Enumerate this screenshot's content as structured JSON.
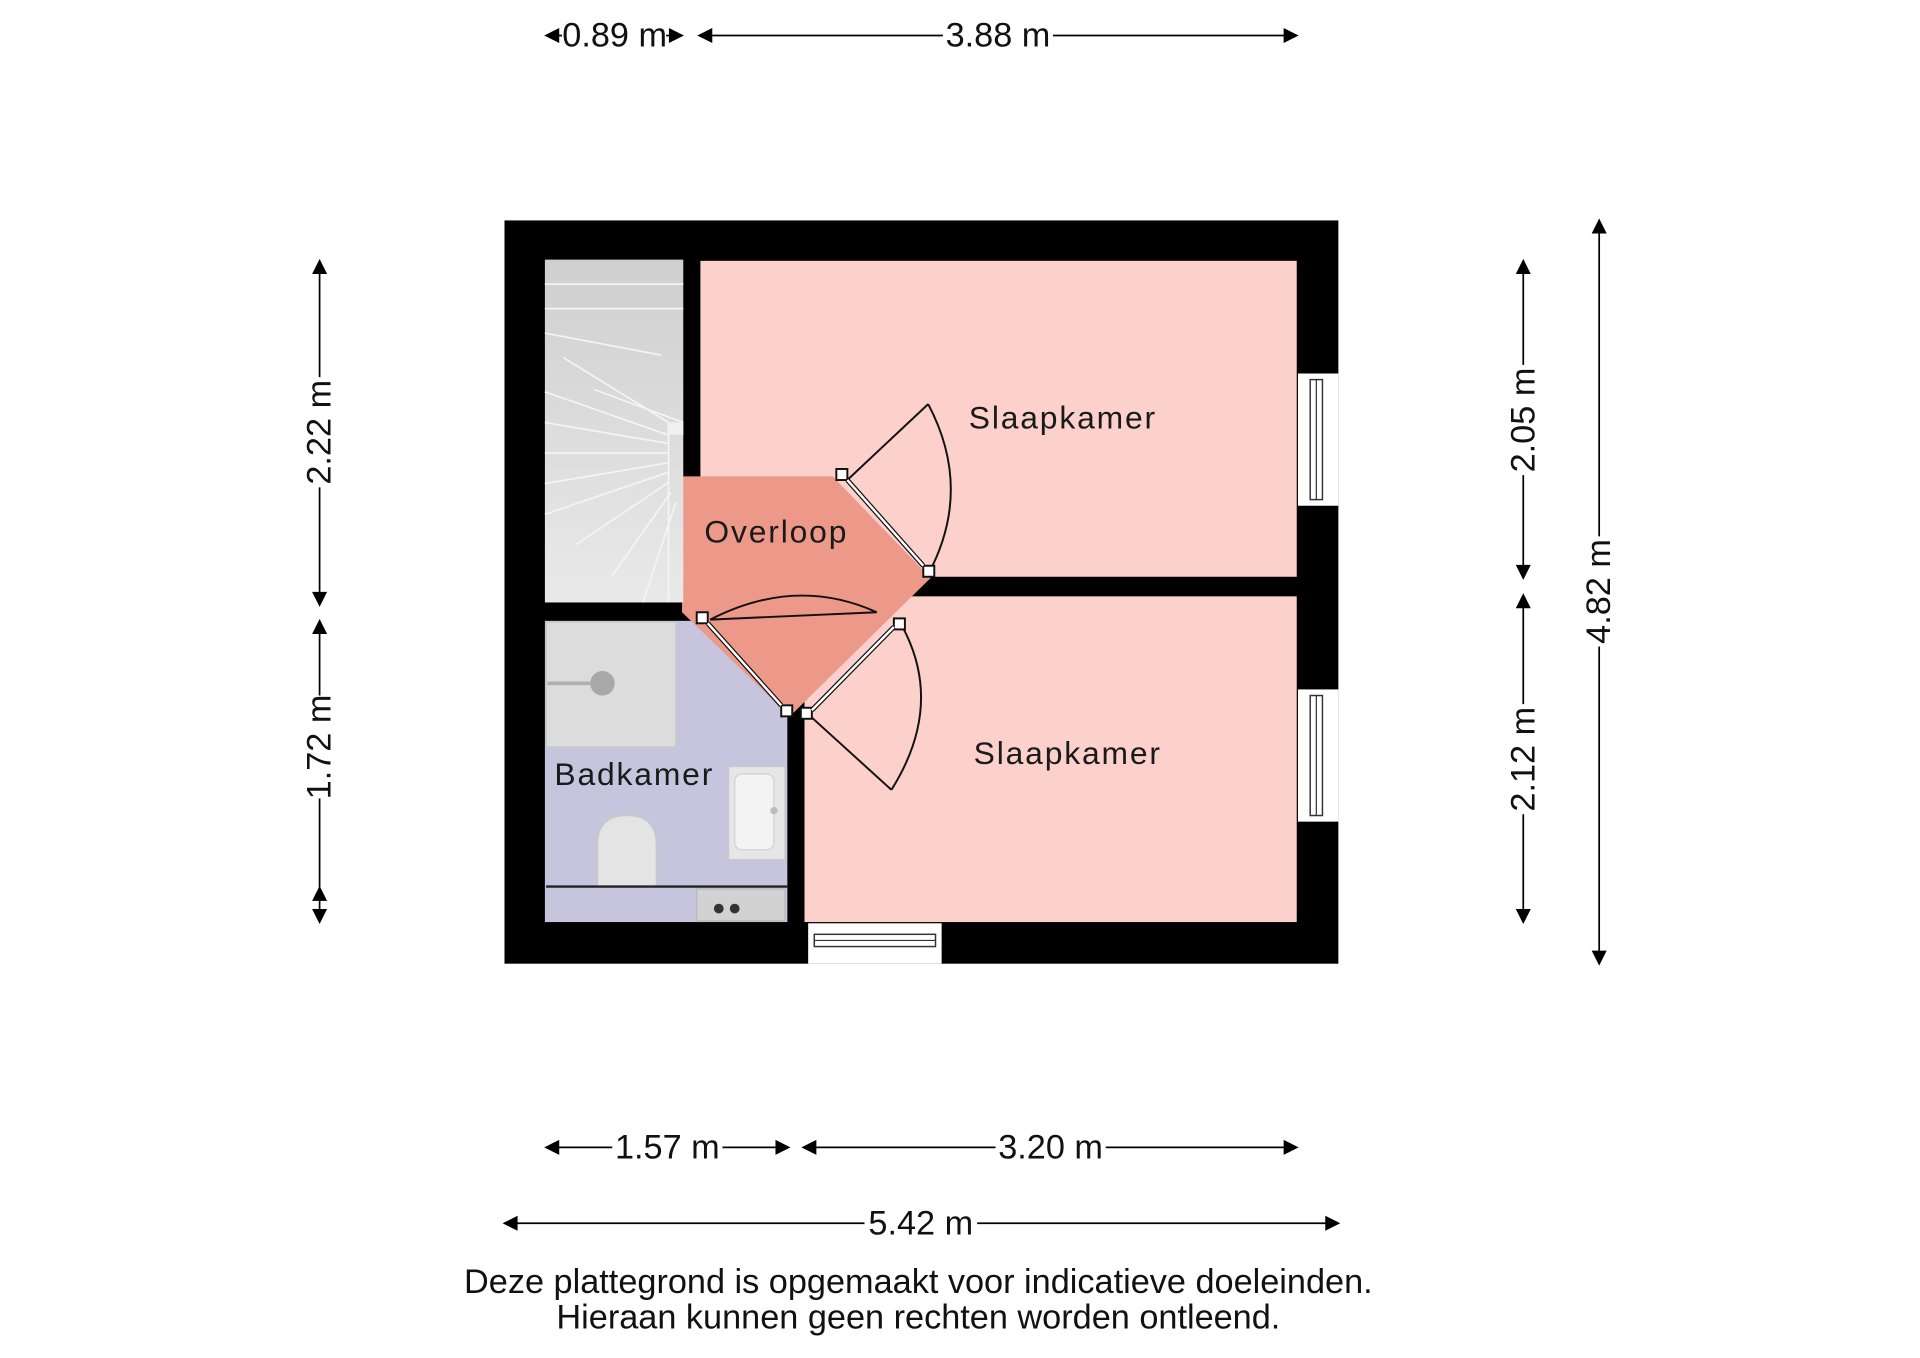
{
  "colors": {
    "wall": "#000000",
    "slaapkamer": "#fcd0cb",
    "overloop": "#ec998a",
    "badkamer": "#c6c5dd",
    "stair": "#d6d6d6",
    "fixture": "#e2e2e2",
    "dim_line": "#000000"
  },
  "rooms": {
    "slaapkamer_top": "Slaapkamer",
    "slaapkamer_bottom": "Slaapkamer",
    "overloop": "Overloop",
    "badkamer": "Badkamer"
  },
  "dimensions": {
    "top_left": "0.89 m",
    "top_right": "3.88 m",
    "bottom_left": "1.57 m",
    "bottom_right": "3.20 m",
    "bottom_total": "5.42 m",
    "left_upper": "2.22 m",
    "left_lower": "1.72 m",
    "right_upper": "2.05 m",
    "right_lower": "2.12 m",
    "right_total": "4.82 m"
  },
  "disclaimer": {
    "line1": "Deze plattegrond is opgemaakt voor indicatieve doeleinden.",
    "line2": "Hieraan kunnen geen rechten worden ontleend."
  },
  "icons": [
    "staircase-icon",
    "shower-icon",
    "sink-icon",
    "toilet-icon",
    "washing-machine-connection-icon",
    "door-swing-icon",
    "window-icon"
  ]
}
